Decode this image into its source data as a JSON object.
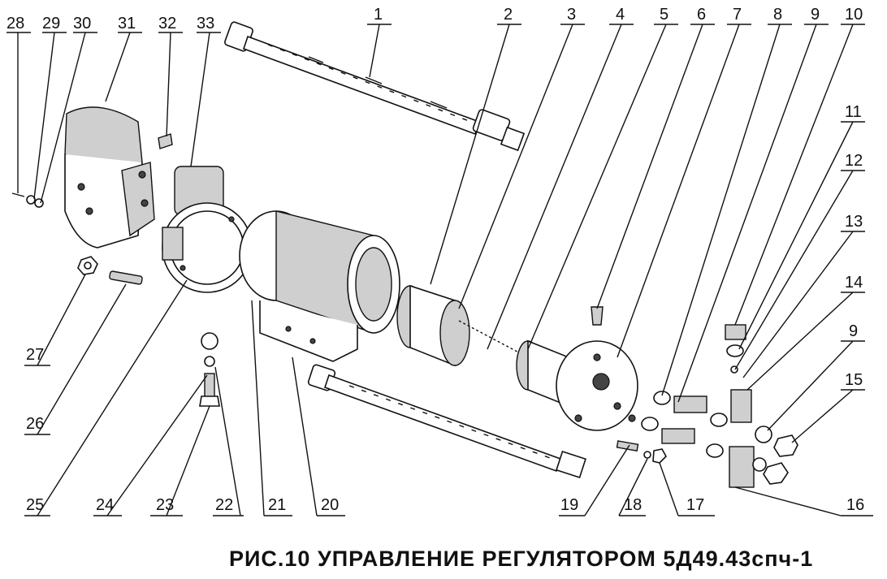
{
  "caption": "РИС.10 УПРАВЛЕНИЕ РЕГУЛЯТОРОМ 5Д49.43спч-1",
  "labels": {
    "n1": "1",
    "n2": "2",
    "n3": "3",
    "n4": "4",
    "n5": "5",
    "n6": "6",
    "n7": "7",
    "n8": "8",
    "n9a": "9",
    "n10": "10",
    "n11": "11",
    "n12": "12",
    "n13": "13",
    "n14": "14",
    "n9b": "9",
    "n15": "15",
    "n16": "16",
    "n17": "17",
    "n18": "18",
    "n19": "19",
    "n20": "20",
    "n21": "21",
    "n22": "22",
    "n23": "23",
    "n24": "24",
    "n25": "25",
    "n26": "26",
    "n27": "27",
    "n28": "28",
    "n29": "29",
    "n30": "30",
    "n31": "31",
    "n32": "32",
    "n33": "33"
  }
}
